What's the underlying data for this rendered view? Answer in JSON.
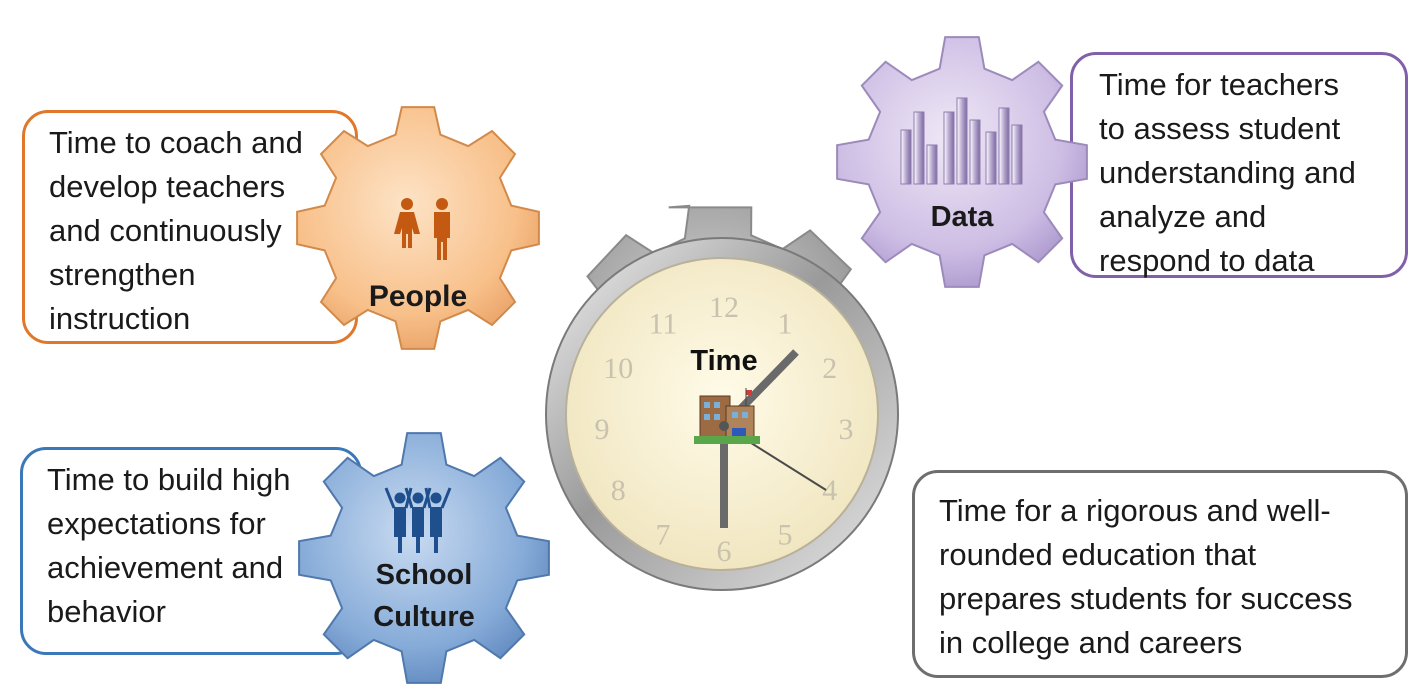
{
  "boxes": {
    "people": [
      "Time to coach and",
      "develop teachers",
      "and continuously",
      "strengthen",
      "instruction"
    ],
    "data": [
      "Time for teachers",
      "to assess student",
      "understanding and",
      "analyze and",
      "respond to data"
    ],
    "culture": [
      "Time to build high",
      "expectations for",
      "achievement and",
      "behavior"
    ],
    "time": [
      "Time for a rigorous and well-",
      "rounded education that",
      "prepares students for success",
      "in college and careers"
    ]
  },
  "gears": {
    "people": {
      "label": "People",
      "icon": "people-icon",
      "color": "#f8c08a"
    },
    "data": {
      "label": "Data",
      "icon": "bar-chart-icon",
      "color": "#c8b8e0"
    },
    "culture": {
      "label1": "School",
      "label2": "Culture",
      "icon": "students-cheering-icon",
      "color": "#7fa6d6"
    }
  },
  "clock": {
    "label": "Time",
    "numbers": [
      "12",
      "1",
      "2",
      "3",
      "4",
      "5",
      "6",
      "7",
      "8",
      "9",
      "10",
      "11"
    ],
    "icon": "school-building-icon",
    "face_color": "#f6efcf"
  }
}
